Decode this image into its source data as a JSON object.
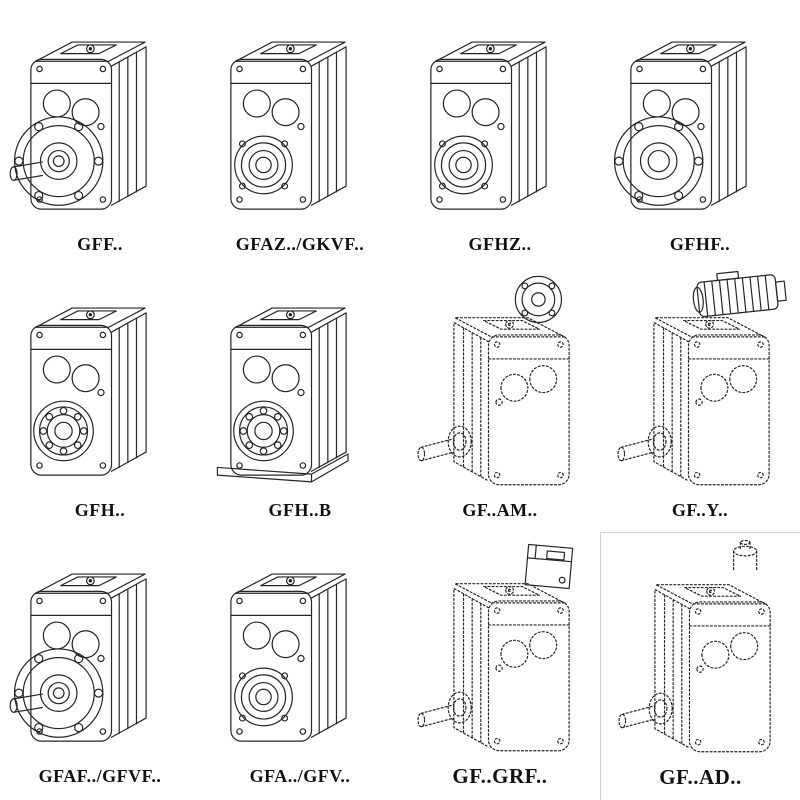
{
  "page": {
    "background": "#ffffff",
    "line_color": "#262626",
    "phantom_line_color": "#a3a3a3"
  },
  "catalog": {
    "items": [
      {
        "label": "GFF..",
        "variant": "output-flange-with-shaft",
        "line_style": "solid"
      },
      {
        "label": "GFAZ../GKVF..",
        "variant": "output-bearing-face",
        "line_style": "solid"
      },
      {
        "label": "GFHZ..",
        "variant": "hollow-shaft-bearing-face",
        "line_style": "solid"
      },
      {
        "label": "GFHF..",
        "variant": "hollow-shaft-flange",
        "line_style": "solid"
      },
      {
        "label": "GFH..",
        "variant": "hollow-shaft-bearing",
        "line_style": "solid"
      },
      {
        "label": "GFH..B",
        "variant": "hollow-shaft-bearing-base",
        "line_style": "solid"
      },
      {
        "label": "GF..AM..",
        "variant": "input-flange-adapter",
        "line_style": "dashed"
      },
      {
        "label": "GF..Y..",
        "variant": "motor-mounted",
        "line_style": "dashed"
      },
      {
        "label": "GFAF../GFVF..",
        "variant": "output-flange-with-shaft",
        "line_style": "solid"
      },
      {
        "label": "GFA../GFV..",
        "variant": "output-bearing-face",
        "line_style": "solid"
      },
      {
        "label": "GF..GRF..",
        "variant": "input-cover-box",
        "line_style": "dashed"
      },
      {
        "label": "GF..AD..",
        "variant": "input-shaft-adapter",
        "line_style": "dashed"
      }
    ]
  }
}
